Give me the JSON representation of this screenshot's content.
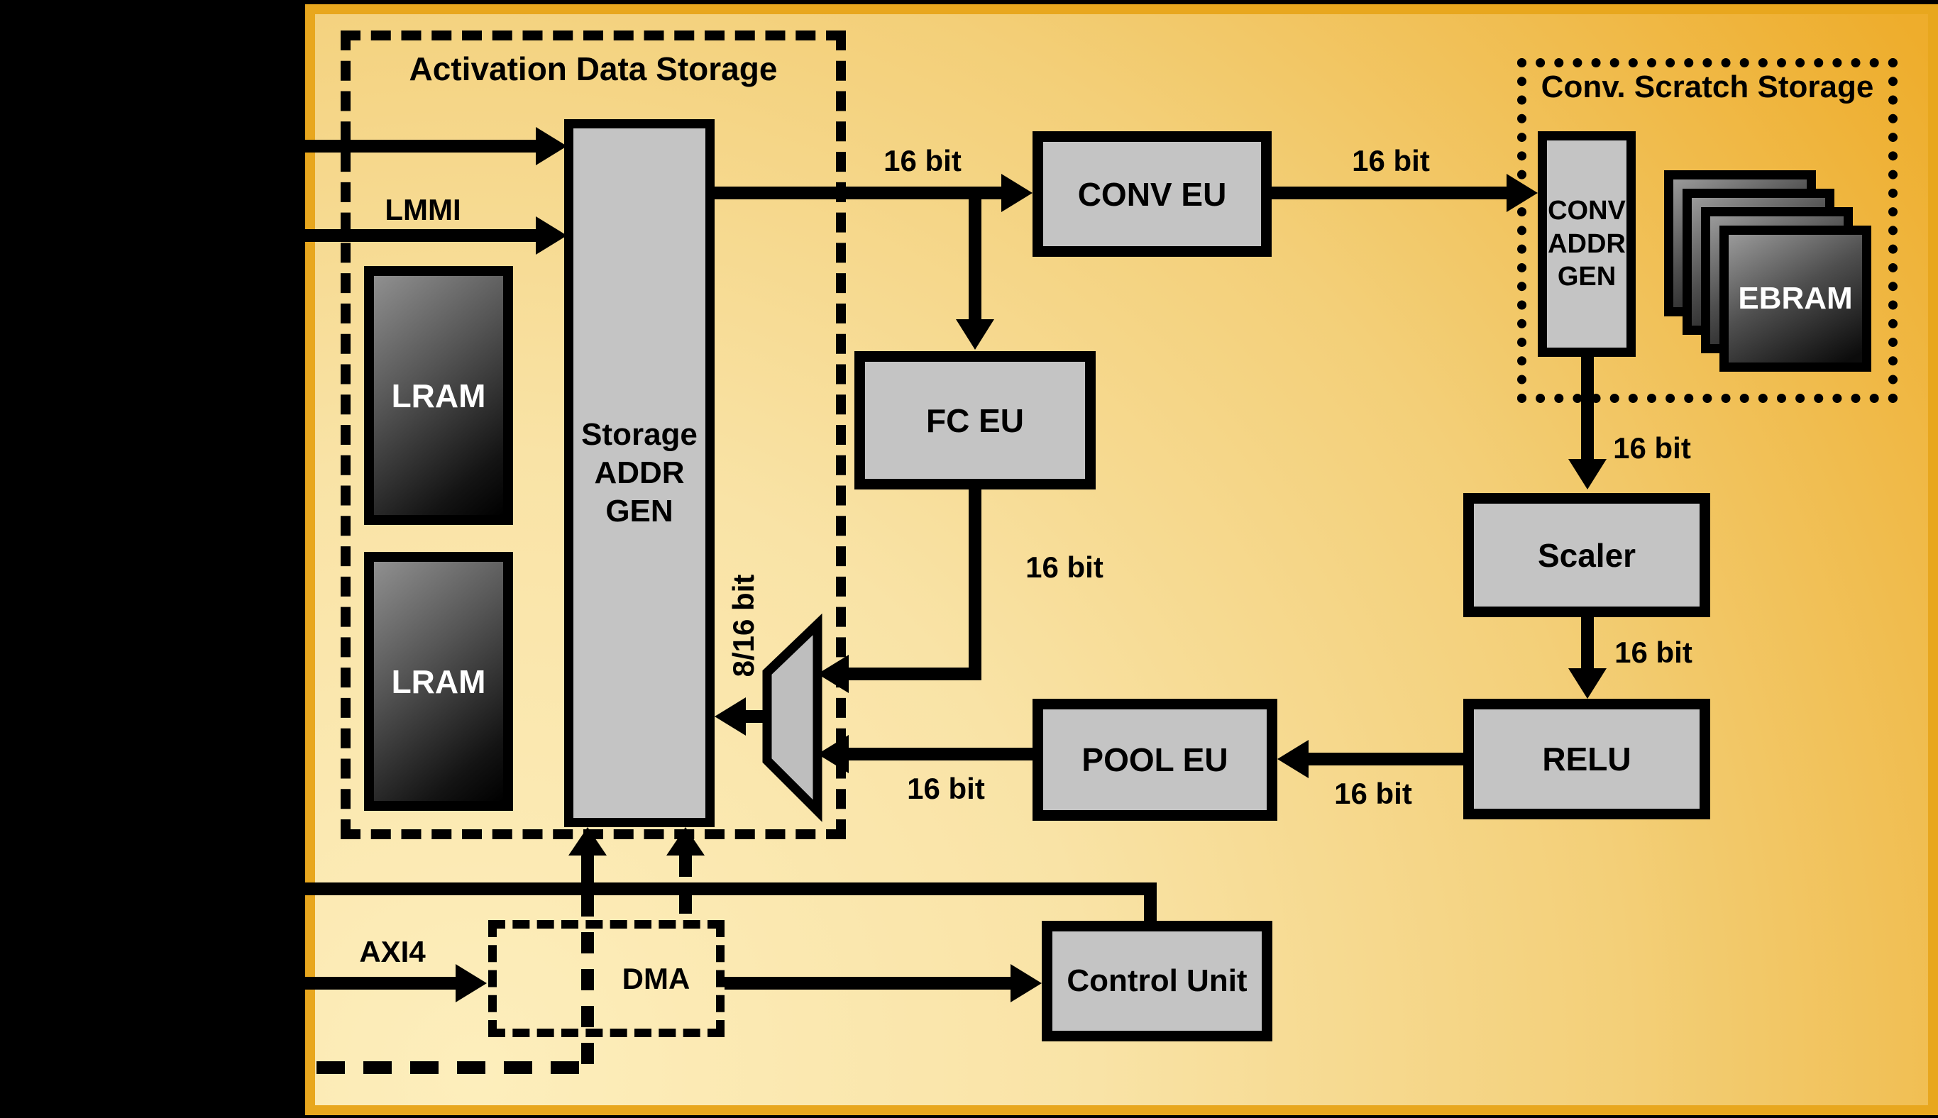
{
  "groups": {
    "activation": {
      "title": "Activation Data Storage"
    },
    "scratch": {
      "title": "Conv. Scratch Storage"
    }
  },
  "blocks": {
    "lram1": {
      "label": "LRAM"
    },
    "lram2": {
      "label": "LRAM"
    },
    "storage_addr_gen": {
      "lines": [
        "Storage",
        "ADDR",
        "GEN"
      ]
    },
    "conv_eu": {
      "label": "CONV EU"
    },
    "fc_eu": {
      "label": "FC EU"
    },
    "pool_eu": {
      "label": "POOL EU"
    },
    "relu": {
      "label": "RELU"
    },
    "scaler": {
      "label": "Scaler"
    },
    "control_unit": {
      "label": "Control Unit"
    },
    "dma": {
      "label": "DMA"
    },
    "conv_addr_gen": {
      "lines": [
        "CONV",
        "ADDR",
        "GEN"
      ]
    },
    "ebram": {
      "label": "EBRAM"
    }
  },
  "bus_labels": {
    "lmmi": "LMMI",
    "axi4": "AXI4",
    "storage_to_conv": "16 bit",
    "conv_to_scratch": "16 bit",
    "addr_to_scaler": "16 bit",
    "scaler_to_relu": "16 bit",
    "relu_to_pool": "16 bit",
    "pool_to_mux": "16 bit",
    "fc_to_mux": "16 bit",
    "mux_to_storage": "8/16 bit"
  },
  "colors": {
    "panel_border": "#e8a71e",
    "panel_gradient_start": "#fdeebc",
    "panel_gradient_end": "#eead2c",
    "block_fill": "#c4c4c4",
    "line": "#000000",
    "ram_text": "#ffffff"
  }
}
